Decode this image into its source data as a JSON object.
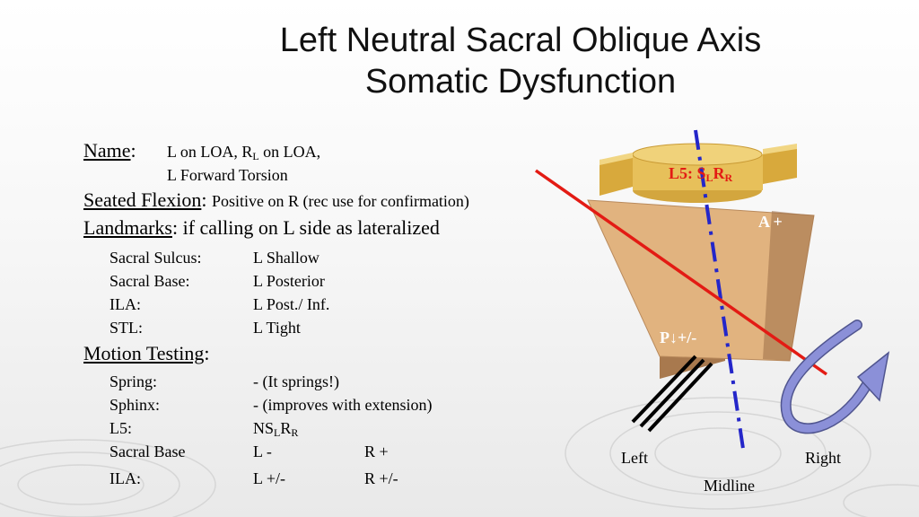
{
  "slide": {
    "title_line1": "Left Neutral Sacral Oblique Axis",
    "title_line2": "Somatic Dysfunction"
  },
  "name": {
    "heading": "Name",
    "line1_a": "L on LOA, R",
    "line1_sub": "L",
    "line1_b": " on LOA,",
    "line2": "L Forward Torsion"
  },
  "seated_flexion": {
    "heading": "Seated Flexion",
    "value": "Positive on R (rec use for confirmation)"
  },
  "landmarks": {
    "heading": "Landmarks",
    "value": "if calling on L side as lateralized",
    "rows": [
      {
        "label": "Sacral Sulcus:",
        "value": "L Shallow"
      },
      {
        "label": "Sacral Base:",
        "value": "L Posterior"
      },
      {
        "label": "ILA:",
        "value": "L Post./ Inf."
      },
      {
        "label": "STL:",
        "value": "L Tight"
      }
    ]
  },
  "motion_testing": {
    "heading": "Motion Testing",
    "spring_label": "Spring:",
    "spring_value": "- (It springs!)",
    "sphinx_label": "Sphinx:",
    "sphinx_value": "- (improves with extension)",
    "l5_label": "L5:",
    "l5_a": "NS",
    "l5_sub1": "L",
    "l5_b": "R",
    "l5_sub2": "R",
    "sacral_base_label": "Sacral Base",
    "sacral_base_left": "L -",
    "sacral_base_right": "R +",
    "ila_label": "ILA:",
    "ila_left": "L +/-",
    "ila_right": "R +/-"
  },
  "diagram": {
    "vertebra_a": "L5: S",
    "vertebra_sub1": "L",
    "vertebra_b": "R",
    "vertebra_sub2": "R",
    "anterior_label": "A +",
    "posterior_label": "P",
    "posterior_arrow": "↓",
    "posterior_value": "+/-",
    "left_label": "Left",
    "right_label": "Right",
    "midline_label": "Midline",
    "colors": {
      "sacrum_face": "#e1b37f",
      "sacrum_side": "#a8794e",
      "vertebra": "#e7c05a",
      "oblique_axis": "#e31b14",
      "midline": "#2426c9",
      "arrow": "#7a7fd0"
    }
  }
}
